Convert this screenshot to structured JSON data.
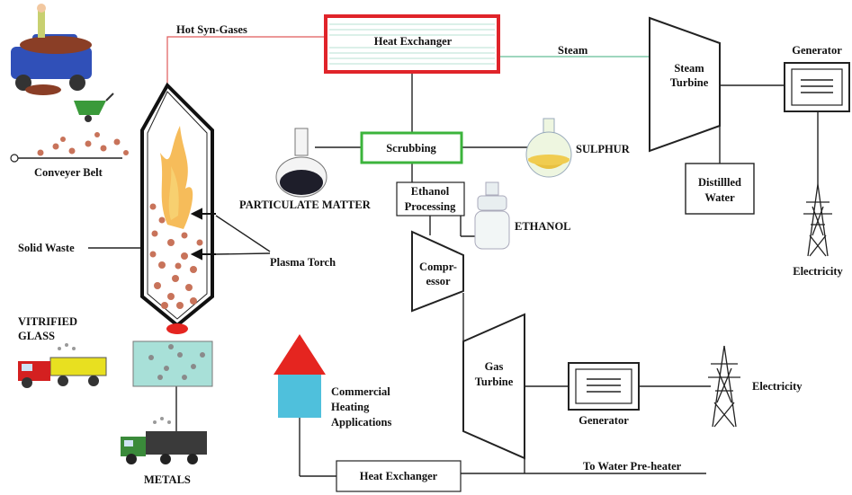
{
  "labels": {
    "hot_syn_gases": "Hot Syn-Gases",
    "heat_exchanger_top": "Heat  Exchanger",
    "steam": "Steam",
    "steam_turbine_1": "Steam",
    "steam_turbine_2": "Turbine",
    "generator_top": "Generator",
    "distilled_water_1": "Distillled",
    "distilled_water_2": "Water",
    "electricity_right": "Electricity",
    "scrubbing": "Scrubbing",
    "sulphur": "SULPHUR",
    "particulate_matter": "PARTICULATE MATTER",
    "ethanol_processing_1": "Ethanol",
    "ethanol_processing_2": "Processing",
    "ethanol": "ETHANOL",
    "compressor_1": "Compr-",
    "compressor_2": "essor",
    "conveyer_belt": "Conveyer Belt",
    "solid_waste": "Solid Waste",
    "plasma_torch": "Plasma Torch",
    "vitrified_1": "VITRIFIED",
    "vitrified_2": "GLASS",
    "metals": "METALS",
    "commercial_1": "Commercial",
    "commercial_2": "Heating",
    "commercial_3": "Applications",
    "gas_turbine_1": "Gas",
    "gas_turbine_2": "Turbine",
    "generator_bottom": "Generator",
    "electricity_bottom": "Electricity",
    "heat_exchanger_bottom": "Heat Exchanger",
    "to_water_preheater": "To Water Pre-heater"
  },
  "colors": {
    "line": "#222222",
    "heat_exchanger_border": "#e0242a",
    "scrubber_border": "#3cb43c",
    "hot_gas_line": "#e05a5a",
    "steam_line": "#7fc9a8",
    "plasma_flame": "#f2a33a",
    "waste_particle": "#c8735a",
    "glass_box": "#a8e0d8",
    "house_roof": "#e52520",
    "house_wall": "#4fc0dc",
    "truck_yellow": "#e8e020",
    "truck_red": "#d42020"
  }
}
